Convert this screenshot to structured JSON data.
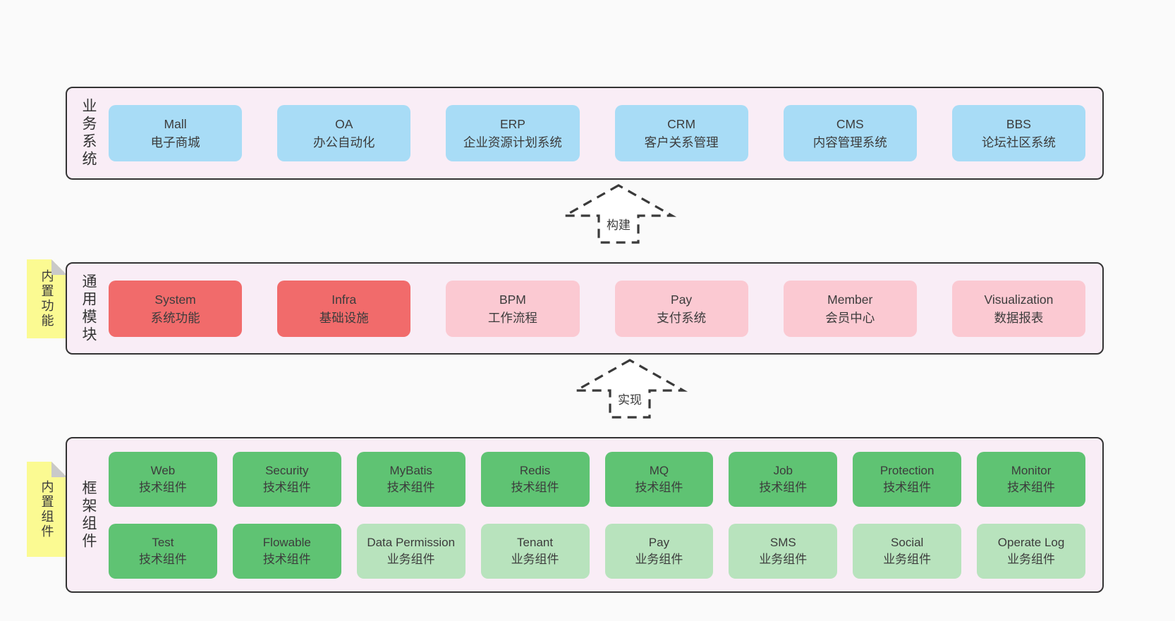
{
  "palette": {
    "page_bg": "#fafafa",
    "section_bg": "#f9edf6",
    "section_border": "#333333",
    "blue_box": "#a8dcf6",
    "red_box": "#f16b6b",
    "pink_box": "#fbc9d2",
    "green_box": "#5fc373",
    "light_green_box": "#b8e3bd",
    "sticky_yellow": "#fbfa92",
    "sticky_fold": "#c9c9c9",
    "text": "#3c3c3c"
  },
  "arrows": [
    {
      "label": "构建"
    },
    {
      "label": "实现"
    }
  ],
  "sections": [
    {
      "label": "业务系统",
      "boxes": [
        {
          "en": "Mall",
          "zh": "电子商城"
        },
        {
          "en": "OA",
          "zh": "办公自动化"
        },
        {
          "en": "ERP",
          "zh": "企业资源计划系统"
        },
        {
          "en": "CRM",
          "zh": "客户关系管理"
        },
        {
          "en": "CMS",
          "zh": "内容管理系统"
        },
        {
          "en": "BBS",
          "zh": "论坛社区系统"
        }
      ]
    },
    {
      "label": "通用模块",
      "sticky": "内置功能",
      "boxes": [
        {
          "en": "System",
          "zh": "系统功能"
        },
        {
          "en": "Infra",
          "zh": "基础设施"
        },
        {
          "en": "BPM",
          "zh": "工作流程"
        },
        {
          "en": "Pay",
          "zh": "支付系统"
        },
        {
          "en": "Member",
          "zh": "会员中心"
        },
        {
          "en": "Visualization",
          "zh": "数据报表"
        }
      ]
    },
    {
      "label": "框架组件",
      "sticky": "内置组件",
      "rows": [
        [
          {
            "en": "Web",
            "zh": "技术组件"
          },
          {
            "en": "Security",
            "zh": "技术组件"
          },
          {
            "en": "MyBatis",
            "zh": "技术组件"
          },
          {
            "en": "Redis",
            "zh": "技术组件"
          },
          {
            "en": "MQ",
            "zh": "技术组件"
          },
          {
            "en": "Job",
            "zh": "技术组件"
          },
          {
            "en": "Protection",
            "zh": "技术组件"
          },
          {
            "en": "Monitor",
            "zh": "技术组件"
          }
        ],
        [
          {
            "en": "Test",
            "zh": "技术组件"
          },
          {
            "en": "Flowable",
            "zh": "技术组件"
          },
          {
            "en": "Data Permission",
            "zh": "业务组件"
          },
          {
            "en": "Tenant",
            "zh": "业务组件"
          },
          {
            "en": "Pay",
            "zh": "业务组件"
          },
          {
            "en": "SMS",
            "zh": "业务组件"
          },
          {
            "en": "Social",
            "zh": "业务组件"
          },
          {
            "en": "Operate Log",
            "zh": "业务组件"
          }
        ]
      ]
    }
  ]
}
